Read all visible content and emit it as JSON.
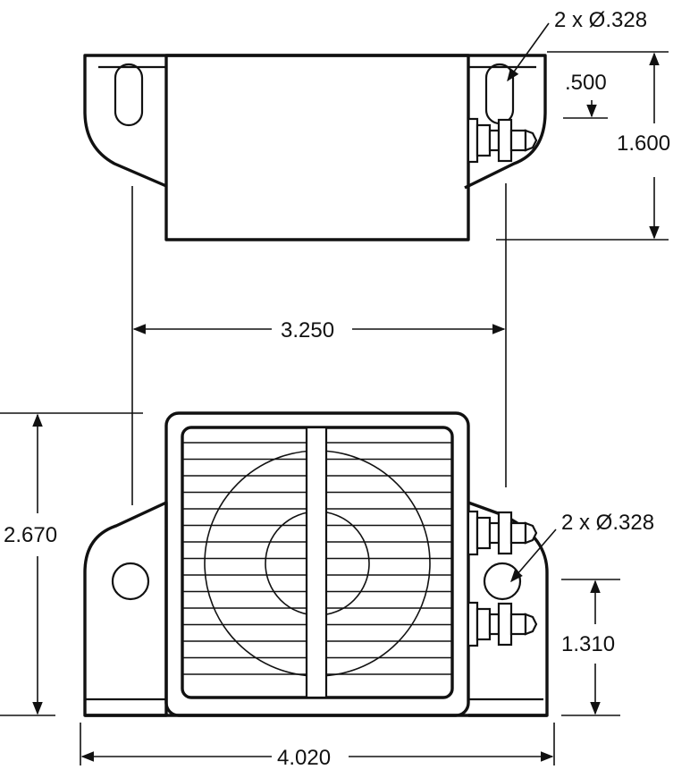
{
  "dimensions": {
    "top_hole_note": "2 x Ø.328",
    "top_slot_height": ".500",
    "top_height": "1.600",
    "mount_spacing": "3.250",
    "front_height": "2.670",
    "front_hole_note": "2 x Ø.328",
    "hole_height": "1.310",
    "overall_width": "4.020"
  }
}
